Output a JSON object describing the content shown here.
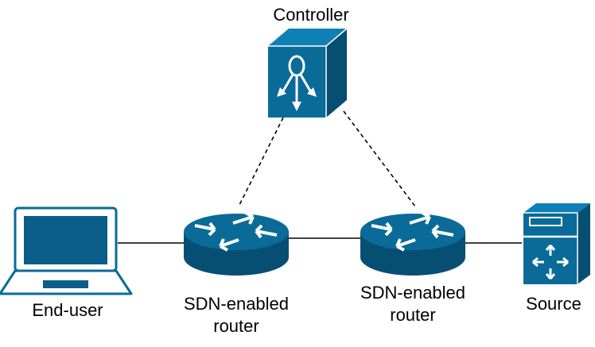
{
  "nodes": {
    "controller": {
      "label": "Controller",
      "icon": "controller-icon"
    },
    "end_user": {
      "label": "End-user",
      "icon": "laptop-icon"
    },
    "router_left": {
      "label_line1": "SDN-enabled",
      "label_line2": "router",
      "icon": "router-icon"
    },
    "router_right": {
      "label_line1": "SDN-enabled",
      "label_line2": "router",
      "icon": "router-icon"
    },
    "source": {
      "label": "Source",
      "icon": "server-icon"
    }
  },
  "links": [
    {
      "from": "end_user",
      "to": "router_left",
      "style": "solid"
    },
    {
      "from": "router_left",
      "to": "router_right",
      "style": "solid"
    },
    {
      "from": "router_right",
      "to": "source",
      "style": "solid"
    },
    {
      "from": "controller",
      "to": "router_left",
      "style": "dashed"
    },
    {
      "from": "controller",
      "to": "router_right",
      "style": "dashed"
    }
  ],
  "colors": {
    "icon_fill": "#0a6b99",
    "icon_dark": "#074e73",
    "icon_top": "#0e80b5",
    "screen": "#0b5d8a",
    "line": "#000000",
    "white": "#ffffff"
  }
}
